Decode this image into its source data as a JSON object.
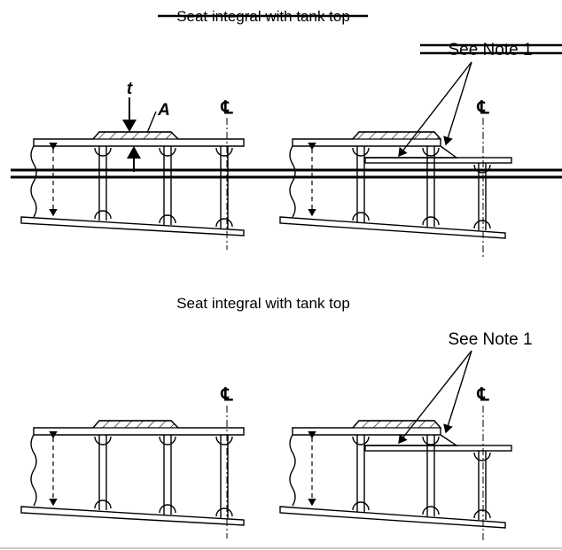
{
  "figure": {
    "top_title": "Seat integral with tank top",
    "top_note": "See Note 1",
    "label_t": "t",
    "label_a": "A",
    "centerline_symbol": "℄",
    "bottom_title": "Seat integral with tank top",
    "bottom_note": "See Note 1"
  }
}
